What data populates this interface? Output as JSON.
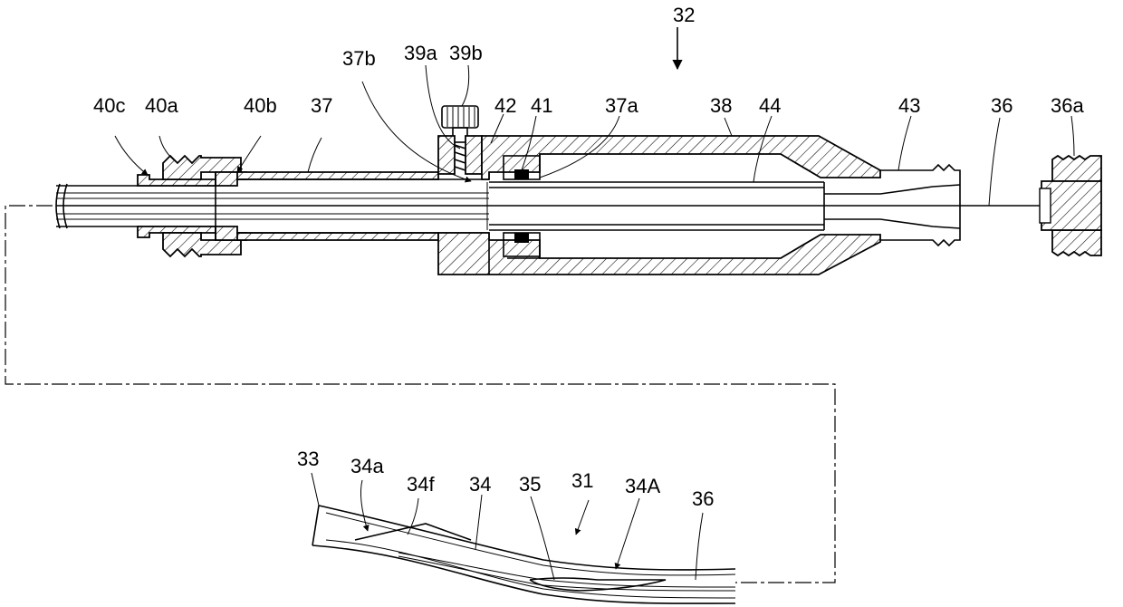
{
  "figure": {
    "upper_labels": {
      "l32": "32",
      "l40c": "40c",
      "l40a": "40a",
      "l40b": "40b",
      "l37": "37",
      "l37b": "37b",
      "l39a": "39a",
      "l39b": "39b",
      "l42": "42",
      "l41": "41",
      "l37a": "37a",
      "l38": "38",
      "l44": "44",
      "l43": "43",
      "l36": "36",
      "l36a": "36a"
    },
    "lower_labels": {
      "l33": "33",
      "l34a": "34a",
      "l34f": "34f",
      "l34": "34",
      "l35": "35",
      "l31": "31",
      "l34A": "34A",
      "l36b": "36"
    }
  }
}
